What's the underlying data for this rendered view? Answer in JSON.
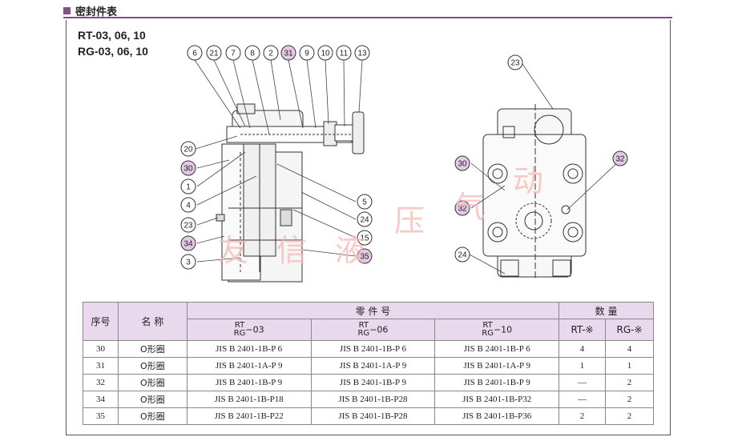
{
  "header": {
    "title": "密封件表"
  },
  "models": [
    "RT-03, 06, 10",
    "RG-03, 06, 10"
  ],
  "watermark": [
    "友",
    "信",
    "液",
    "压",
    "气",
    "动"
  ],
  "callouts_left": [
    "6",
    "21",
    "7",
    "8",
    "2",
    "31",
    "9",
    "10",
    "11",
    "13",
    "20",
    "30",
    "1",
    "4",
    "23",
    "34",
    "3",
    "5",
    "24",
    "15",
    "35"
  ],
  "callouts_right": [
    "23",
    "30",
    "32",
    "32",
    "24"
  ],
  "highlighted": [
    "31",
    "30",
    "32",
    "34",
    "35"
  ],
  "table": {
    "h_no": "序号",
    "h_name": "名 称",
    "h_part": "零 件 号",
    "h_qty": "数 量",
    "sub_top": "RT",
    "sub_bot": "RG",
    "sizes": [
      "−03",
      "−06",
      "−10"
    ],
    "qty_cols": [
      "RT-※",
      "RG-※"
    ],
    "rows": [
      {
        "no": "30",
        "name": "O形圈",
        "p1": "JIS B 2401-1B-P 6",
        "p2": "JIS B 2401-1B-P 6",
        "p3": "JIS B 2401-1B-P 6",
        "rt": "4",
        "rg": "4"
      },
      {
        "no": "31",
        "name": "O形圈",
        "p1": "JIS B 2401-1A-P 9",
        "p2": "JIS B 2401-1A-P 9",
        "p3": "JIS B 2401-1A-P 9",
        "rt": "1",
        "rg": "1"
      },
      {
        "no": "32",
        "name": "O形圈",
        "p1": "JIS B 2401-1B-P 9",
        "p2": "JIS B 2401-1B-P 9",
        "p3": "JIS B 2401-1B-P 9",
        "rt": "—",
        "rg": "2"
      },
      {
        "no": "34",
        "name": "O形圈",
        "p1": "JIS B 2401-1B-P18",
        "p2": "JIS B 2401-1B-P28",
        "p3": "JIS B 2401-1B-P32",
        "rt": "—",
        "rg": "2"
      },
      {
        "no": "35",
        "name": "O形圈",
        "p1": "JIS B 2401-1B-P22",
        "p2": "JIS B 2401-1B-P28",
        "p3": "JIS B 2401-1B-P36",
        "rt": "2",
        "rg": "2"
      }
    ]
  }
}
